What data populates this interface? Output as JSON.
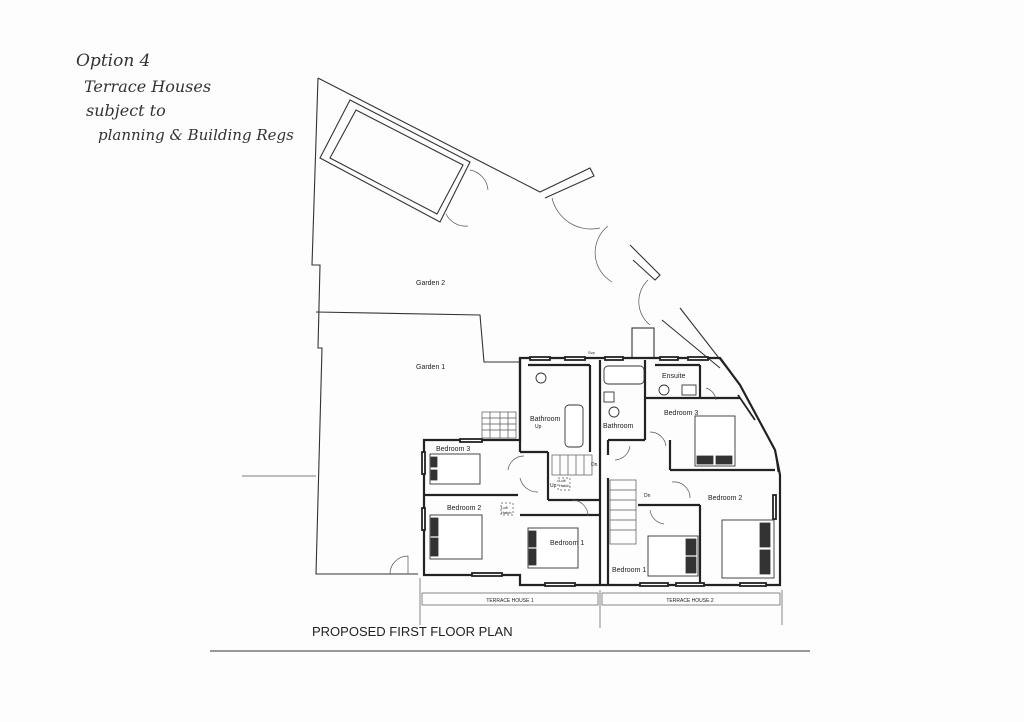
{
  "note": {
    "line1": "Option 4",
    "line2": "Terrace Houses",
    "line3": "subject to",
    "line4": "planning & Building Regs"
  },
  "rooms": {
    "garden_2": "Garden 2",
    "garden_1": "Garden 1",
    "bedroom_3": "Bedroom 3",
    "bedroom_2": "Bedroom 2",
    "bedroom_1": "Bedroom 1",
    "bathroom": "Bathroom",
    "ensuite": "Ensuite"
  },
  "annotations": {
    "up": "Up",
    "dn": "Dn",
    "loft": "Loft",
    "hatch": "Hatch",
    "svp": "Svp"
  },
  "dimensions": {
    "terrace_house_1": "TERRACE HOUSE 1",
    "terrace_house_2": "TERRACE HOUSE 2"
  },
  "title": "PROPOSED FIRST FLOOR PLAN"
}
